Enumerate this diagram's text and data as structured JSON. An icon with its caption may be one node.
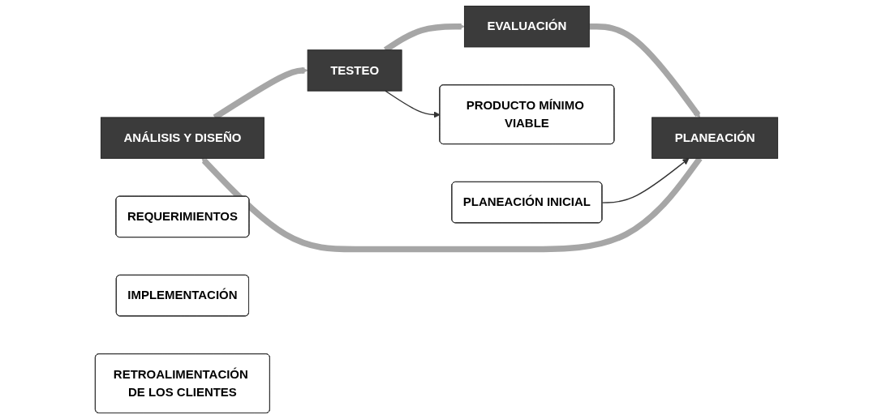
{
  "diagram": {
    "nodes": [
      {
        "text": [
          "ANÁLISIS Y DISEÑO"
        ]
      },
      {
        "text": [
          "REQUERIMIENTOS"
        ]
      },
      {
        "text": [
          "IMPLEMENTACIÓN"
        ]
      },
      {
        "text": [
          "PLANEACIÓN INICIAL"
        ]
      },
      {
        "text": [
          "PLANEACIÓN"
        ]
      },
      {
        "text": [
          "TESTEO"
        ]
      },
      {
        "text": [
          "PRODUCTO MÍNIMO VIABLE"
        ]
      },
      {
        "text": [
          "RETROALIMENTACIÓN DE LOS CLIENTES"
        ]
      },
      {
        "text": [
          "EVALUACIÓN"
        ]
      }
    ],
    "edges": [
      {
        "from": 4,
        "to": 0,
        "arrow": "to"
      },
      {
        "from": 0,
        "to": 5,
        "arrow": "to"
      },
      {
        "from": 5,
        "to": 8,
        "arrow": "to"
      },
      {
        "from": 8,
        "to": 4,
        "arrow": "to"
      },
      {
        "from": 3,
        "to": 4,
        "arrow": "to",
        "color": "#333333"
      },
      {
        "from": 5,
        "to": 6,
        "arrow": "to",
        "color": "#333333"
      }
    ]
  }
}
